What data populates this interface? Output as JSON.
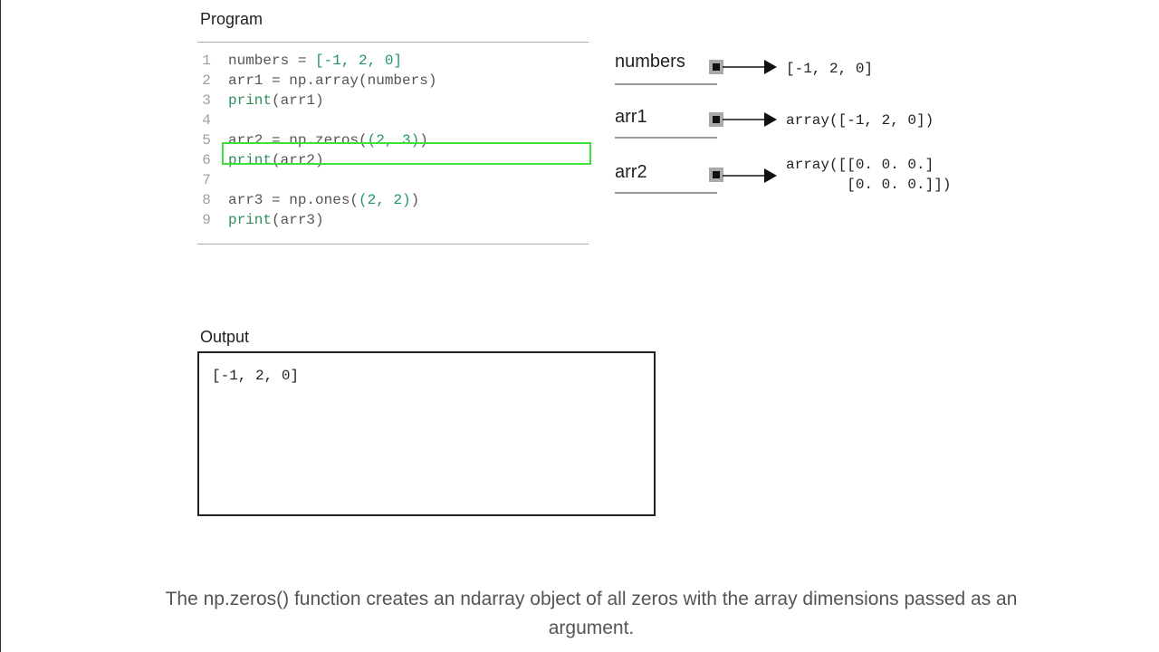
{
  "program": {
    "label": "Program",
    "lines": [
      {
        "num": "1",
        "tokens": [
          {
            "t": "numbers = ",
            "c": "plain"
          },
          {
            "t": "[-1, 2, 0]",
            "c": "num"
          }
        ]
      },
      {
        "num": "2",
        "tokens": [
          {
            "t": "arr1 = np.array(numbers)",
            "c": "plain"
          }
        ]
      },
      {
        "num": "3",
        "tokens": [
          {
            "t": "print",
            "c": "fn"
          },
          {
            "t": "(arr1)",
            "c": "plain"
          }
        ]
      },
      {
        "num": "4",
        "tokens": []
      },
      {
        "num": "5",
        "tokens": [
          {
            "t": "arr2 = np.zeros(",
            "c": "plain"
          },
          {
            "t": "(2, 3)",
            "c": "num"
          },
          {
            "t": ")",
            "c": "plain"
          }
        ]
      },
      {
        "num": "6",
        "tokens": [
          {
            "t": "print",
            "c": "fn"
          },
          {
            "t": "(arr2)",
            "c": "plain"
          }
        ]
      },
      {
        "num": "7",
        "tokens": []
      },
      {
        "num": "8",
        "tokens": [
          {
            "t": "arr3 = np.ones(",
            "c": "plain"
          },
          {
            "t": "(2, 2)",
            "c": "num"
          },
          {
            "t": ")",
            "c": "plain"
          }
        ]
      },
      {
        "num": "9",
        "tokens": [
          {
            "t": "print",
            "c": "fn"
          },
          {
            "t": "(arr3)",
            "c": "plain"
          }
        ]
      }
    ],
    "highlighted_line": "6"
  },
  "memory": {
    "variables": [
      {
        "name": "numbers",
        "value": "[-1, 2, 0]"
      },
      {
        "name": "arr1",
        "value": "array([-1, 2, 0])"
      },
      {
        "name": "arr2",
        "value": "array([[0. 0. 0.]\n       [0. 0. 0.]])"
      }
    ]
  },
  "output": {
    "label": "Output",
    "text": "[-1, 2, 0]"
  },
  "caption": "The np.zeros() function creates an ndarray object of all zeros with the array dimensions passed as an argument.",
  "colors": {
    "highlight": "#3ee03e",
    "code_plain": "#555555",
    "code_number": "#22946a",
    "code_function": "#2f8f5b",
    "line_number": "#a0a0a0"
  }
}
